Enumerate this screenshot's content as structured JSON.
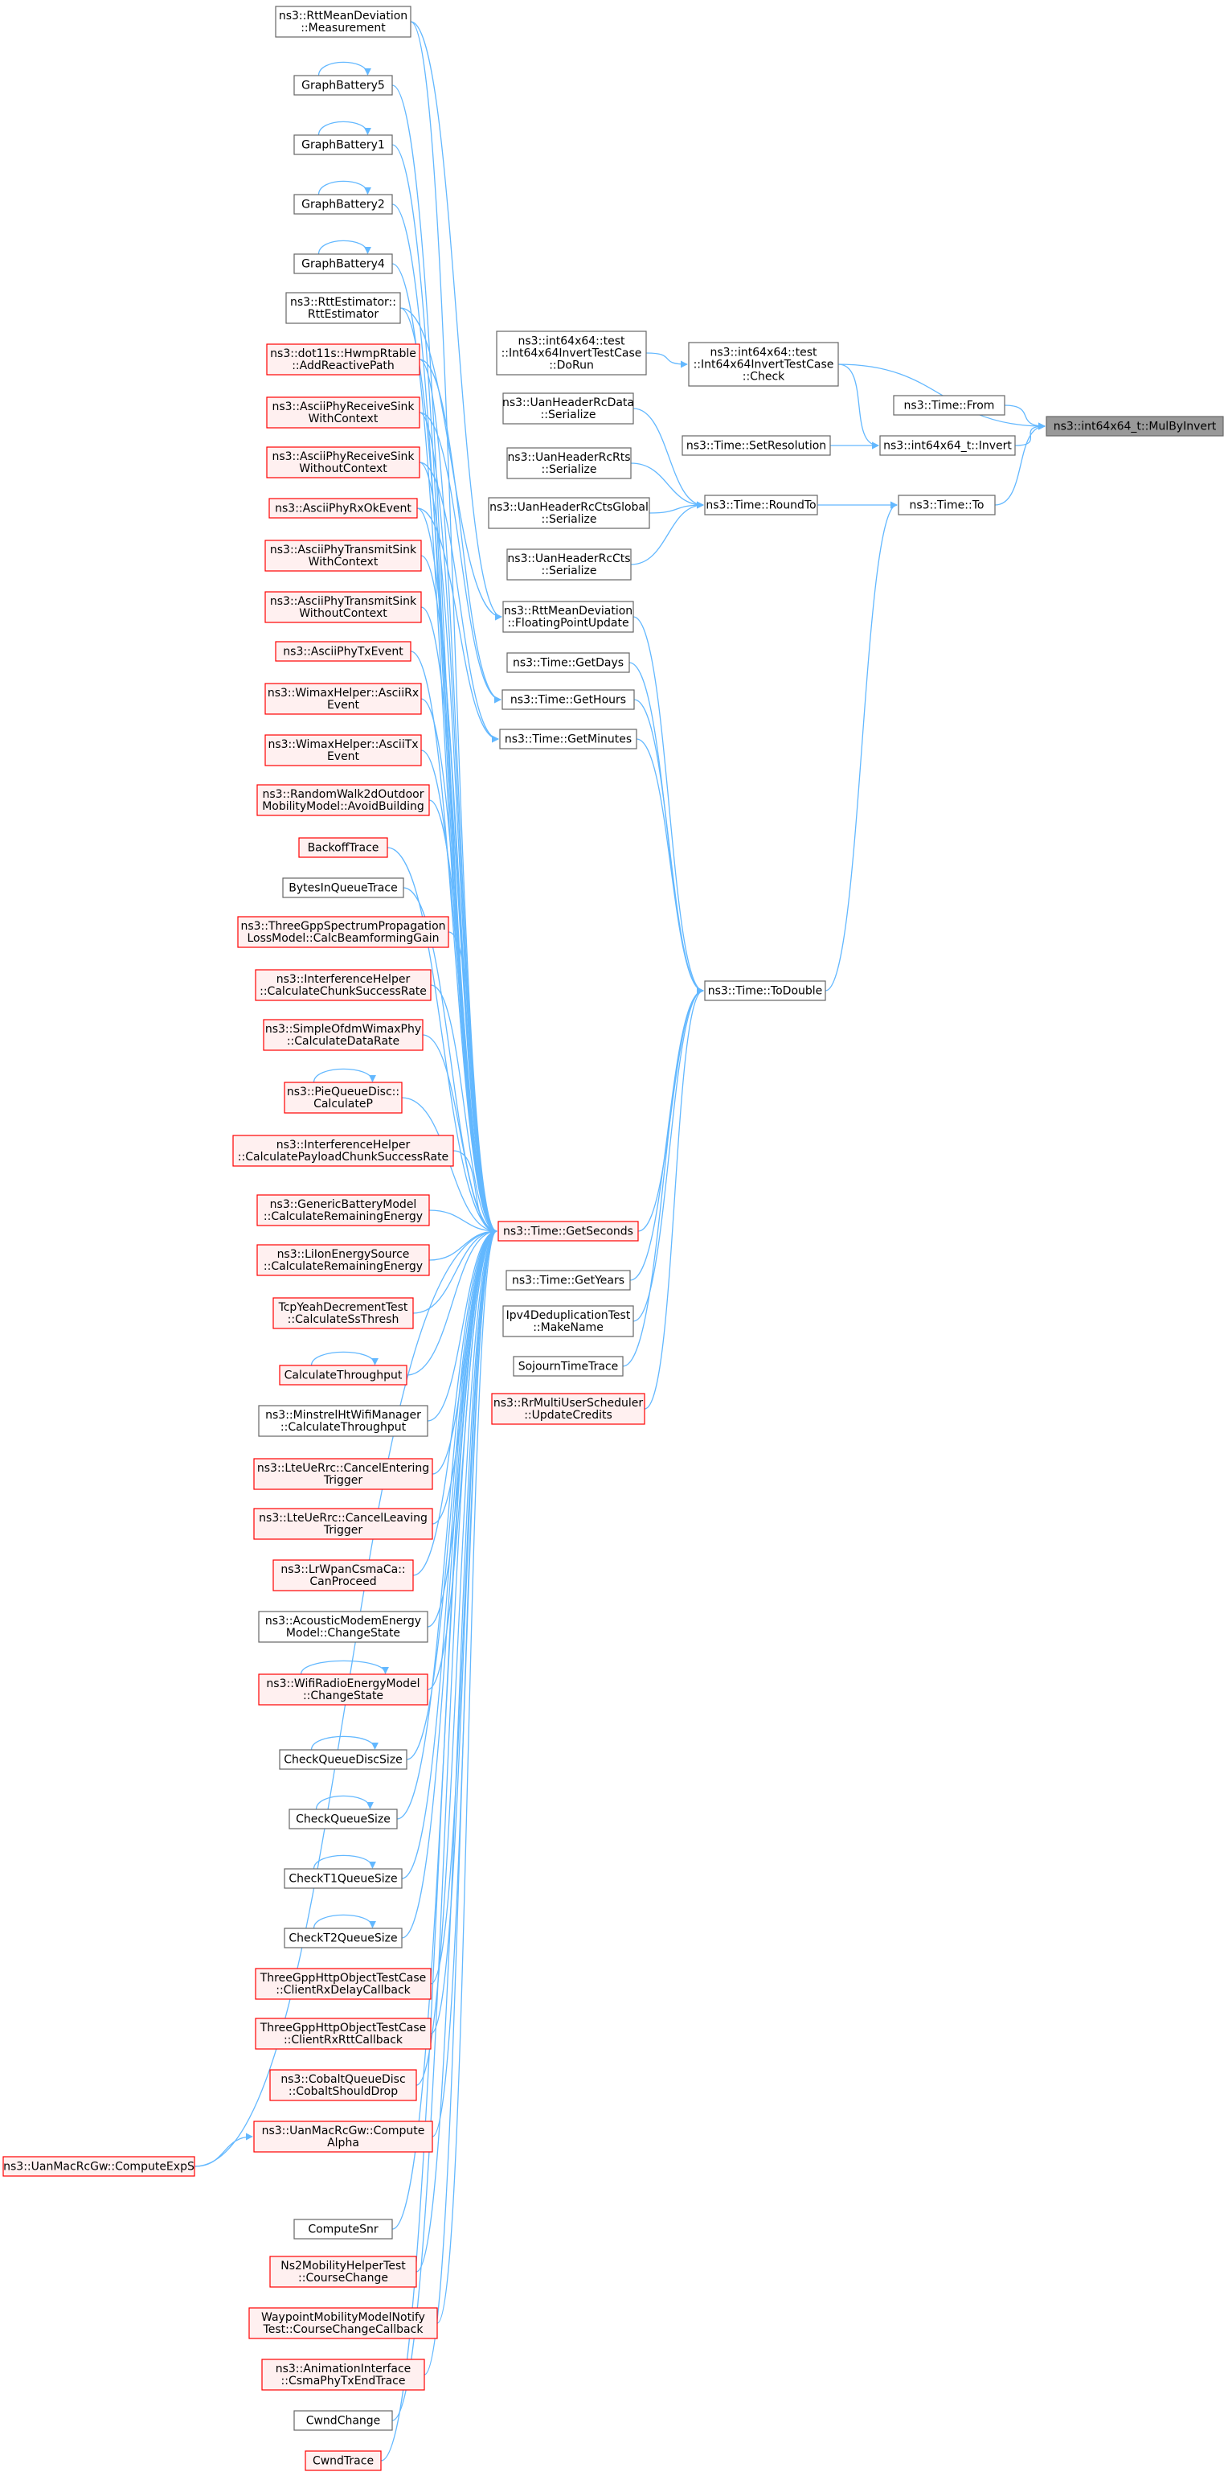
{
  "colors": {
    "edge": "#63b8ff",
    "normal_border": "#666666",
    "normal_fill": "#ffffff",
    "red_border": "#ff0000",
    "red_fill": "#fff0f0",
    "root_fill": "#999999",
    "root_border": "#666666"
  },
  "nodes": {
    "n0": {
      "lines": [
        "ns3::int64x64_t::MulByInvert"
      ],
      "style": "root"
    },
    "n1": {
      "lines": [
        "ns3::int64x64::test",
        "::Int64x64InvertTestCase",
        "::Check"
      ],
      "style": "normal"
    },
    "n2": {
      "lines": [
        "ns3::Time::From"
      ],
      "style": "normal"
    },
    "n3": {
      "lines": [
        "ns3::int64x64_t::Invert"
      ],
      "style": "normal"
    },
    "n4": {
      "lines": [
        "ns3::Time::To"
      ],
      "style": "normal"
    },
    "n5": {
      "lines": [
        "ns3::int64x64::test",
        "::Int64x64InvertTestCase",
        "::DoRun"
      ],
      "style": "normal"
    },
    "n6": {
      "lines": [
        "ns3::Time::SetResolution"
      ],
      "style": "normal"
    },
    "n7": {
      "lines": [
        "ns3::Time::RoundTo"
      ],
      "style": "normal"
    },
    "n8": {
      "lines": [
        "ns3::Time::ToDouble"
      ],
      "style": "normal"
    },
    "n9": {
      "lines": [
        "ns3::UanHeaderRcData",
        "::Serialize"
      ],
      "style": "normal"
    },
    "n10": {
      "lines": [
        "ns3::UanHeaderRcRts",
        "::Serialize"
      ],
      "style": "normal"
    },
    "n11": {
      "lines": [
        "ns3::UanHeaderRcCtsGlobal",
        "::Serialize"
      ],
      "style": "normal"
    },
    "n12": {
      "lines": [
        "ns3::UanHeaderRcCts",
        "::Serialize"
      ],
      "style": "normal"
    },
    "n13": {
      "lines": [
        "ns3::RttMeanDeviation",
        "::FloatingPointUpdate"
      ],
      "style": "normal"
    },
    "n14": {
      "lines": [
        "ns3::Time::GetDays"
      ],
      "style": "normal"
    },
    "n15": {
      "lines": [
        "ns3::Time::GetHours"
      ],
      "style": "normal"
    },
    "n16": {
      "lines": [
        "ns3::Time::GetMinutes"
      ],
      "style": "normal"
    },
    "n17": {
      "lines": [
        "ns3::Time::GetSeconds"
      ],
      "style": "red"
    },
    "n18": {
      "lines": [
        "ns3::Time::GetYears"
      ],
      "style": "normal"
    },
    "n19": {
      "lines": [
        "Ipv4DeduplicationTest",
        "::MakeName"
      ],
      "style": "normal"
    },
    "n20": {
      "lines": [
        "SojournTimeTrace"
      ],
      "style": "normal"
    },
    "n21": {
      "lines": [
        "ns3::RrMultiUserScheduler",
        "::UpdateCredits"
      ],
      "style": "red"
    },
    "c1": {
      "lines": [
        "ns3::RttMeanDeviation",
        "::Measurement"
      ],
      "style": "normal"
    },
    "c2": {
      "lines": [
        "GraphBattery5"
      ],
      "style": "normal"
    },
    "c3": {
      "lines": [
        "GraphBattery1"
      ],
      "style": "normal"
    },
    "c4": {
      "lines": [
        "GraphBattery2"
      ],
      "style": "normal"
    },
    "c5": {
      "lines": [
        "GraphBattery4"
      ],
      "style": "normal"
    },
    "c6": {
      "lines": [
        "ns3::RttEstimator::",
        "RttEstimator"
      ],
      "style": "normal"
    },
    "c7": {
      "lines": [
        "ns3::dot11s::HwmpRtable",
        "::AddReactivePath"
      ],
      "style": "red"
    },
    "c8": {
      "lines": [
        "ns3::AsciiPhyReceiveSink",
        "WithContext"
      ],
      "style": "red"
    },
    "c9": {
      "lines": [
        "ns3::AsciiPhyReceiveSink",
        "WithoutContext"
      ],
      "style": "red"
    },
    "c10": {
      "lines": [
        "ns3::AsciiPhyRxOkEvent"
      ],
      "style": "red"
    },
    "c11": {
      "lines": [
        "ns3::AsciiPhyTransmitSink",
        "WithContext"
      ],
      "style": "red"
    },
    "c12": {
      "lines": [
        "ns3::AsciiPhyTransmitSink",
        "WithoutContext"
      ],
      "style": "red"
    },
    "c13": {
      "lines": [
        "ns3::AsciiPhyTxEvent"
      ],
      "style": "red"
    },
    "c14": {
      "lines": [
        "ns3::WimaxHelper::AsciiRx",
        "Event"
      ],
      "style": "red"
    },
    "c15": {
      "lines": [
        "ns3::WimaxHelper::AsciiTx",
        "Event"
      ],
      "style": "red"
    },
    "c16": {
      "lines": [
        "ns3::RandomWalk2dOutdoor",
        "MobilityModel::AvoidBuilding"
      ],
      "style": "red"
    },
    "c17": {
      "lines": [
        "BackoffTrace"
      ],
      "style": "red"
    },
    "c18": {
      "lines": [
        "BytesInQueueTrace"
      ],
      "style": "normal"
    },
    "c19": {
      "lines": [
        "ns3::ThreeGppSpectrumPropagation",
        "LossModel::CalcBeamformingGain"
      ],
      "style": "red"
    },
    "c20": {
      "lines": [
        "ns3::InterferenceHelper",
        "::CalculateChunkSuccessRate"
      ],
      "style": "red"
    },
    "c21": {
      "lines": [
        "ns3::SimpleOfdmWimaxPhy",
        "::CalculateDataRate"
      ],
      "style": "red"
    },
    "c22": {
      "lines": [
        "ns3::PieQueueDisc::",
        "CalculateP"
      ],
      "style": "red"
    },
    "c23": {
      "lines": [
        "ns3::InterferenceHelper",
        "::CalculatePayloadChunkSuccessRate"
      ],
      "style": "red"
    },
    "c24": {
      "lines": [
        "ns3::GenericBatteryModel",
        "::CalculateRemainingEnergy"
      ],
      "style": "red"
    },
    "c25": {
      "lines": [
        "ns3::LiIonEnergySource",
        "::CalculateRemainingEnergy"
      ],
      "style": "red"
    },
    "c26": {
      "lines": [
        "TcpYeahDecrementTest",
        "::CalculateSsThresh"
      ],
      "style": "red"
    },
    "c27": {
      "lines": [
        "CalculateThroughput"
      ],
      "style": "red"
    },
    "c28": {
      "lines": [
        "ns3::MinstrelHtWifiManager",
        "::CalculateThroughput"
      ],
      "style": "normal"
    },
    "c29": {
      "lines": [
        "ns3::LteUeRrc::CancelEntering",
        "Trigger"
      ],
      "style": "red"
    },
    "c30": {
      "lines": [
        "ns3::LteUeRrc::CancelLeaving",
        "Trigger"
      ],
      "style": "red"
    },
    "c31": {
      "lines": [
        "ns3::LrWpanCsmaCa::",
        "CanProceed"
      ],
      "style": "red"
    },
    "c32": {
      "lines": [
        "ns3::AcousticModemEnergy",
        "Model::ChangeState"
      ],
      "style": "normal"
    },
    "c33": {
      "lines": [
        "ns3::WifiRadioEnergyModel",
        "::ChangeState"
      ],
      "style": "red"
    },
    "c34": {
      "lines": [
        "CheckQueueDiscSize"
      ],
      "style": "normal"
    },
    "c35": {
      "lines": [
        "CheckQueueSize"
      ],
      "style": "normal"
    },
    "c36": {
      "lines": [
        "CheckT1QueueSize"
      ],
      "style": "normal"
    },
    "c37": {
      "lines": [
        "CheckT2QueueSize"
      ],
      "style": "normal"
    },
    "c38": {
      "lines": [
        "ThreeGppHttpObjectTestCase",
        "::ClientRxDelayCallback"
      ],
      "style": "red"
    },
    "c39": {
      "lines": [
        "ThreeGppHttpObjectTestCase",
        "::ClientRxRttCallback"
      ],
      "style": "red"
    },
    "c40": {
      "lines": [
        "ns3::CobaltQueueDisc",
        "::CobaltShouldDrop"
      ],
      "style": "red"
    },
    "c41": {
      "lines": [
        "ns3::UanMacRcGw::Compute",
        "Alpha"
      ],
      "style": "red"
    },
    "c42": {
      "lines": [
        "ns3::UanMacRcGw::ComputeExpS"
      ],
      "style": "red"
    },
    "c43": {
      "lines": [
        "ComputeSnr"
      ],
      "style": "normal"
    },
    "c44": {
      "lines": [
        "Ns2MobilityHelperTest",
        "::CourseChange"
      ],
      "style": "red"
    },
    "c45": {
      "lines": [
        "WaypointMobilityModelNotify",
        "Test::CourseChangeCallback"
      ],
      "style": "red"
    },
    "c46": {
      "lines": [
        "ns3::AnimationInterface",
        "::CsmaPhyTxEndTrace"
      ],
      "style": "red"
    },
    "c47": {
      "lines": [
        "CwndChange"
      ],
      "style": "normal"
    },
    "c48": {
      "lines": [
        "CwndTrace"
      ],
      "style": "red"
    }
  },
  "edges": [
    {
      "from": "n1",
      "to": "n0"
    },
    {
      "from": "n2",
      "to": "n0"
    },
    {
      "from": "n3",
      "to": "n0"
    },
    {
      "from": "n4",
      "to": "n0"
    },
    {
      "from": "n5",
      "to": "n1"
    },
    {
      "from": "n1",
      "to": "n3"
    },
    {
      "from": "n6",
      "to": "n3"
    },
    {
      "from": "n7",
      "to": "n4"
    },
    {
      "from": "n8",
      "to": "n4"
    },
    {
      "from": "n9",
      "to": "n7"
    },
    {
      "from": "n10",
      "to": "n7"
    },
    {
      "from": "n11",
      "to": "n7"
    },
    {
      "from": "n12",
      "to": "n7"
    },
    {
      "from": "n13",
      "to": "n8"
    },
    {
      "from": "n14",
      "to": "n8"
    },
    {
      "from": "n15",
      "to": "n8"
    },
    {
      "from": "n16",
      "to": "n8"
    },
    {
      "from": "n17",
      "to": "n8"
    },
    {
      "from": "n18",
      "to": "n8"
    },
    {
      "from": "n19",
      "to": "n8"
    },
    {
      "from": "n20",
      "to": "n8"
    },
    {
      "from": "n21",
      "to": "n8"
    },
    {
      "from": "c1",
      "to": "n17"
    },
    {
      "from": "c2",
      "to": "n17"
    },
    {
      "from": "c3",
      "to": "n17"
    },
    {
      "from": "c4",
      "to": "n17"
    },
    {
      "from": "c5",
      "to": "n17"
    },
    {
      "from": "c6",
      "to": "n17"
    },
    {
      "from": "c7",
      "to": "n17"
    },
    {
      "from": "c8",
      "to": "n17"
    },
    {
      "from": "c9",
      "to": "n17"
    },
    {
      "from": "c10",
      "to": "n17"
    },
    {
      "from": "c11",
      "to": "n17"
    },
    {
      "from": "c12",
      "to": "n17"
    },
    {
      "from": "c13",
      "to": "n17"
    },
    {
      "from": "c14",
      "to": "n17"
    },
    {
      "from": "c15",
      "to": "n17"
    },
    {
      "from": "c16",
      "to": "n17"
    },
    {
      "from": "c17",
      "to": "n17"
    },
    {
      "from": "c18",
      "to": "n17"
    },
    {
      "from": "c19",
      "to": "n17"
    },
    {
      "from": "c20",
      "to": "n17"
    },
    {
      "from": "c21",
      "to": "n17"
    },
    {
      "from": "c22",
      "to": "n17"
    },
    {
      "from": "c23",
      "to": "n17"
    },
    {
      "from": "c24",
      "to": "n17"
    },
    {
      "from": "c25",
      "to": "n17"
    },
    {
      "from": "c26",
      "to": "n17"
    },
    {
      "from": "c27",
      "to": "n17"
    },
    {
      "from": "c28",
      "to": "n17"
    },
    {
      "from": "c29",
      "to": "n17"
    },
    {
      "from": "c30",
      "to": "n17"
    },
    {
      "from": "c31",
      "to": "n17"
    },
    {
      "from": "c32",
      "to": "n17"
    },
    {
      "from": "c33",
      "to": "n17"
    },
    {
      "from": "c34",
      "to": "n17"
    },
    {
      "from": "c35",
      "to": "n17"
    },
    {
      "from": "c36",
      "to": "n17"
    },
    {
      "from": "c37",
      "to": "n17"
    },
    {
      "from": "c38",
      "to": "n17"
    },
    {
      "from": "c39",
      "to": "n17"
    },
    {
      "from": "c40",
      "to": "n17"
    },
    {
      "from": "c41",
      "to": "n17"
    },
    {
      "from": "c42",
      "to": "n17"
    },
    {
      "from": "c43",
      "to": "n17"
    },
    {
      "from": "c44",
      "to": "n17"
    },
    {
      "from": "c45",
      "to": "n17"
    },
    {
      "from": "c46",
      "to": "n17"
    },
    {
      "from": "c47",
      "to": "n17"
    },
    {
      "from": "c48",
      "to": "n17"
    },
    {
      "from": "c42",
      "to": "c41"
    },
    {
      "from": "c1",
      "to": "n13"
    },
    {
      "from": "c6",
      "to": "n13"
    },
    {
      "from": "c7",
      "to": "n15"
    },
    {
      "from": "c8",
      "to": "n15"
    },
    {
      "from": "c9",
      "to": "n16"
    },
    {
      "from": "c10",
      "to": "n16"
    },
    {
      "from": "c2",
      "to": "c2"
    },
    {
      "from": "c3",
      "to": "c3"
    },
    {
      "from": "c4",
      "to": "c4"
    },
    {
      "from": "c5",
      "to": "c5"
    },
    {
      "from": "c22",
      "to": "c22"
    },
    {
      "from": "c27",
      "to": "c27"
    },
    {
      "from": "c33",
      "to": "c33"
    },
    {
      "from": "c34",
      "to": "c34"
    },
    {
      "from": "c35",
      "to": "c35"
    },
    {
      "from": "c36",
      "to": "c36"
    },
    {
      "from": "c37",
      "to": "c37"
    }
  ]
}
